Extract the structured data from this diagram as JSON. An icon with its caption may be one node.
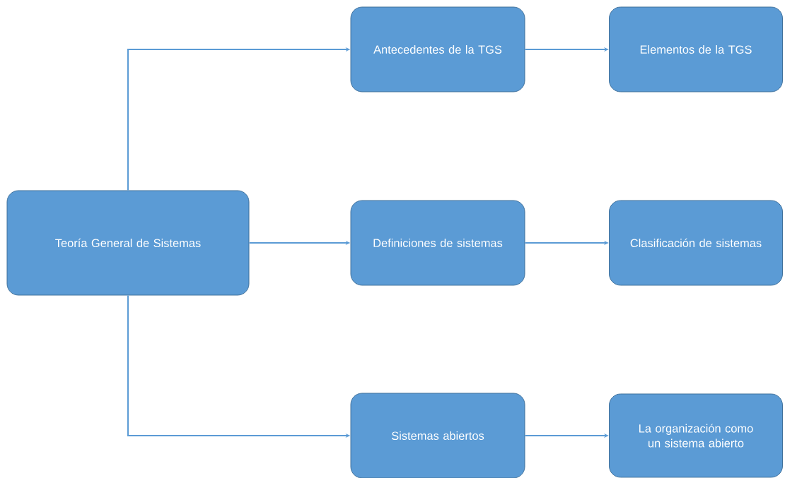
{
  "diagram": {
    "nodes": [
      {
        "text": [
          "Teoría General de Sistemas"
        ]
      },
      {
        "text": [
          "Antecedentes de la TGS"
        ]
      },
      {
        "text": [
          "Elementos de la TGS"
        ]
      },
      {
        "text": [
          "Definiciones de sistemas"
        ]
      },
      {
        "text": [
          "Clasificación de sistemas"
        ]
      },
      {
        "text": [
          "Sistemas abiertos"
        ]
      },
      {
        "text": [
          "La organización como un sistema abierto"
        ]
      }
    ],
    "edges": [
      {
        "from": 0,
        "to": 1,
        "arrow": "to"
      },
      {
        "from": 0,
        "to": 3,
        "arrow": "to"
      },
      {
        "from": 0,
        "to": 5,
        "arrow": "to"
      },
      {
        "from": 1,
        "to": 2,
        "arrow": "to"
      },
      {
        "from": 3,
        "to": 4,
        "arrow": "to"
      },
      {
        "from": 5,
        "to": 6,
        "arrow": "to"
      }
    ]
  }
}
